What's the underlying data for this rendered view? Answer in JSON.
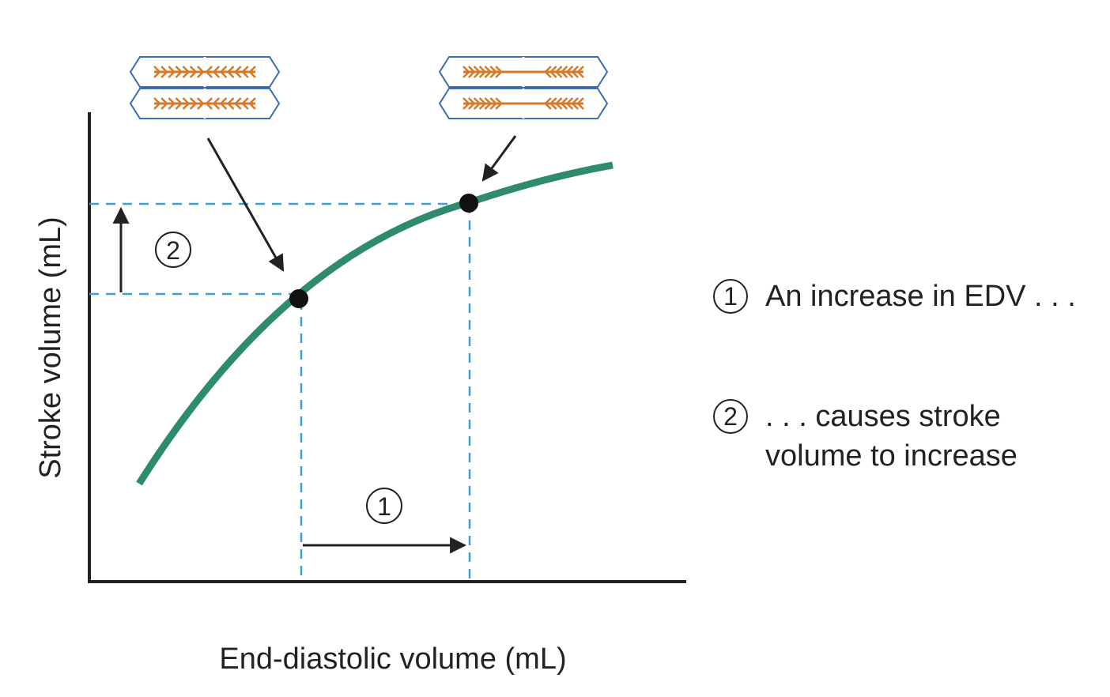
{
  "axes": {
    "x_label": "End-diastolic volume (mL)",
    "y_label": "Stroke volume (mL)"
  },
  "curve": {
    "color": "#2e8b6e"
  },
  "guide_color": "#3aa0d8",
  "sarcomere_color": "#d67a2a",
  "sarcomere_border": "#3a6db5",
  "points": [
    {
      "id": "low-edv",
      "sarcomere": "short-overlapping"
    },
    {
      "id": "high-edv",
      "sarcomere": "stretched"
    }
  ],
  "markers": {
    "edv_step": "1",
    "sv_step": "2"
  },
  "legend": [
    {
      "marker": "1",
      "text": "An increase in EDV . . ."
    },
    {
      "marker": "2",
      "text": ". . . causes stroke\nvolume to increase"
    }
  ]
}
